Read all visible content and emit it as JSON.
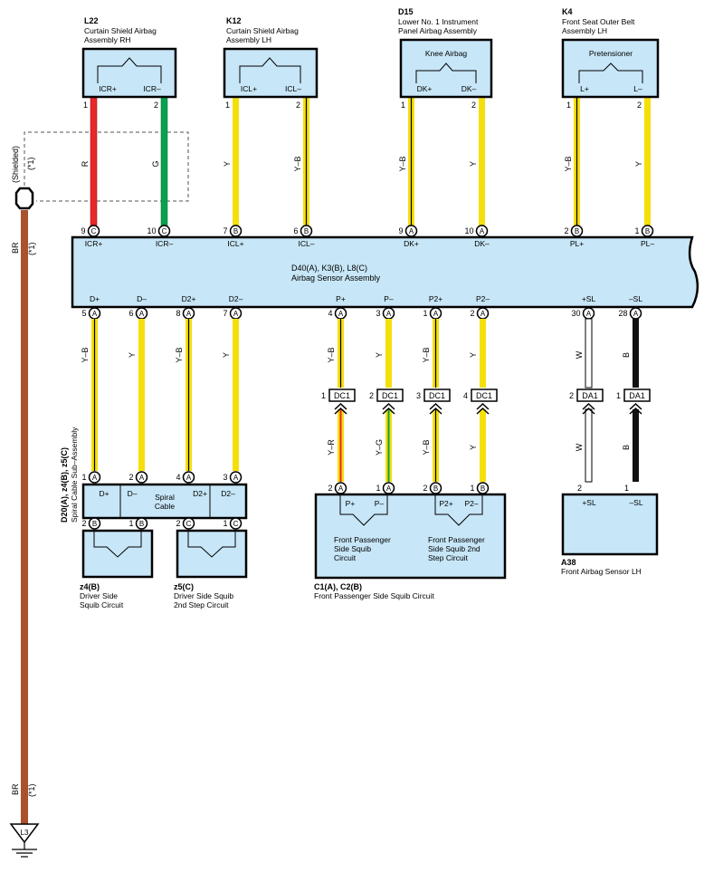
{
  "colors": {
    "box_fill": "#c7e6f7",
    "red": "#e8282a",
    "green": "#08a24a",
    "yellow": "#f5df0a",
    "brown": "#a9522b",
    "black": "#111111",
    "white": "#ffffff"
  },
  "components": {
    "L22": {
      "code": "L22",
      "name1": "Curtain Shield Airbag",
      "name2": "Assembly RH",
      "pin1": "ICR+",
      "pin2": "ICR–"
    },
    "K12": {
      "code": "K12",
      "name1": "Curtain Shield Airbag",
      "name2": "Assembly LH",
      "pin1": "ICL+",
      "pin2": "ICL–"
    },
    "D15": {
      "code": "D15",
      "name1": "Lower No. 1 Instrument",
      "name2": "Panel Airbag Assembly",
      "title": "Knee Airbag",
      "pin1": "DK+",
      "pin2": "DK–"
    },
    "K4": {
      "code": "K4",
      "name1": "Front Seat Outer Belt",
      "name2": "Assembly LH",
      "title": "Pretensioner",
      "pin1": "L+",
      "pin2": "L–"
    }
  },
  "sensor": {
    "code": "D40(A), K3(B), L8(C)",
    "name": "Airbag Sensor Assembly",
    "top_pins": [
      {
        "num": "9",
        "conn": "C",
        "label": "ICR+"
      },
      {
        "num": "10",
        "conn": "C",
        "label": "ICR–"
      },
      {
        "num": "7",
        "conn": "B",
        "label": "ICL+"
      },
      {
        "num": "6",
        "conn": "B",
        "label": "ICL–"
      },
      {
        "num": "9",
        "conn": "A",
        "label": "DK+"
      },
      {
        "num": "10",
        "conn": "A",
        "label": "DK–"
      },
      {
        "num": "2",
        "conn": "B",
        "label": "PL+"
      },
      {
        "num": "1",
        "conn": "B",
        "label": "PL–"
      }
    ],
    "bottom_pins": [
      {
        "num": "5",
        "conn": "A",
        "label": "D+"
      },
      {
        "num": "6",
        "conn": "A",
        "label": "D–"
      },
      {
        "num": "8",
        "conn": "A",
        "label": "D2+"
      },
      {
        "num": "7",
        "conn": "A",
        "label": "D2–"
      },
      {
        "num": "4",
        "conn": "A",
        "label": "P+"
      },
      {
        "num": "3",
        "conn": "A",
        "label": "P–"
      },
      {
        "num": "1",
        "conn": "A",
        "label": "P2+"
      },
      {
        "num": "2",
        "conn": "A",
        "label": "P2–"
      },
      {
        "num": "30",
        "conn": "A",
        "label": "+SL"
      },
      {
        "num": "28",
        "conn": "A",
        "label": "–SL"
      }
    ]
  },
  "top_wires": {
    "upper_pins": [
      "1",
      "2",
      "1",
      "2",
      "1",
      "2",
      "1",
      "2"
    ],
    "colors": [
      "R",
      "G",
      "Y",
      "Y–B",
      "Y–B",
      "Y",
      "Y–B",
      "Y"
    ]
  },
  "shield": {
    "shielded_label": "(Shielded)",
    "note": "(*1)",
    "wire_color": "BR",
    "ground_code": "L3"
  },
  "lower_wires": {
    "colors_top": [
      "Y–B",
      "Y",
      "Y–B",
      "Y",
      "Y–B",
      "Y",
      "Y–B",
      "Y",
      "W",
      "B"
    ],
    "colors_bottom": [
      "Y–R",
      "Y–G",
      "Y–B",
      "Y",
      "W",
      "B"
    ]
  },
  "junctions": {
    "dc_pins": [
      "1",
      "2",
      "3",
      "4"
    ],
    "dc_label": "DC1",
    "da_pins": [
      "2",
      "1"
    ],
    "da_label": "DA1"
  },
  "spiral": {
    "code": "D20(A), z4(B), z5(C)",
    "name": "Spiral Cable Sub–Assembly",
    "center": [
      "Spiral",
      "Cable"
    ],
    "labels": [
      "D+",
      "D–",
      "D2+",
      "D2–"
    ],
    "top_pins": [
      {
        "num": "1",
        "conn": "A"
      },
      {
        "num": "2",
        "conn": "A"
      },
      {
        "num": "4",
        "conn": "A"
      },
      {
        "num": "3",
        "conn": "A"
      }
    ],
    "bottom_pins": [
      {
        "num": "2",
        "conn": "B"
      },
      {
        "num": "1",
        "conn": "B"
      },
      {
        "num": "2",
        "conn": "C"
      },
      {
        "num": "1",
        "conn": "C"
      }
    ]
  },
  "squibs": {
    "z4": {
      "code": "z4(B)",
      "name1": "Driver Side",
      "name2": "Squib Circuit"
    },
    "z5": {
      "code": "z5(C)",
      "name1": "Driver Side Squib",
      "name2": "2nd Step Circuit"
    }
  },
  "passenger": {
    "pins": [
      {
        "num": "2",
        "conn": "A",
        "label": "P+"
      },
      {
        "num": "1",
        "conn": "A",
        "label": "P–"
      },
      {
        "num": "2",
        "conn": "B",
        "label": "P2+"
      },
      {
        "num": "1",
        "conn": "B",
        "label": "P2–"
      }
    ],
    "left": [
      "Front Passenger",
      "Side Squib",
      "Circuit"
    ],
    "right": [
      "Front Passenger",
      "Side Squib 2nd",
      "Step Circuit"
    ],
    "code": "C1(A), C2(B)",
    "name": "Front Passenger Side Squib Circuit"
  },
  "a38": {
    "pins": [
      {
        "num": "2",
        "label": "+SL"
      },
      {
        "num": "1",
        "label": "–SL"
      }
    ],
    "code": "A38",
    "name": "Front Airbag Sensor LH"
  }
}
